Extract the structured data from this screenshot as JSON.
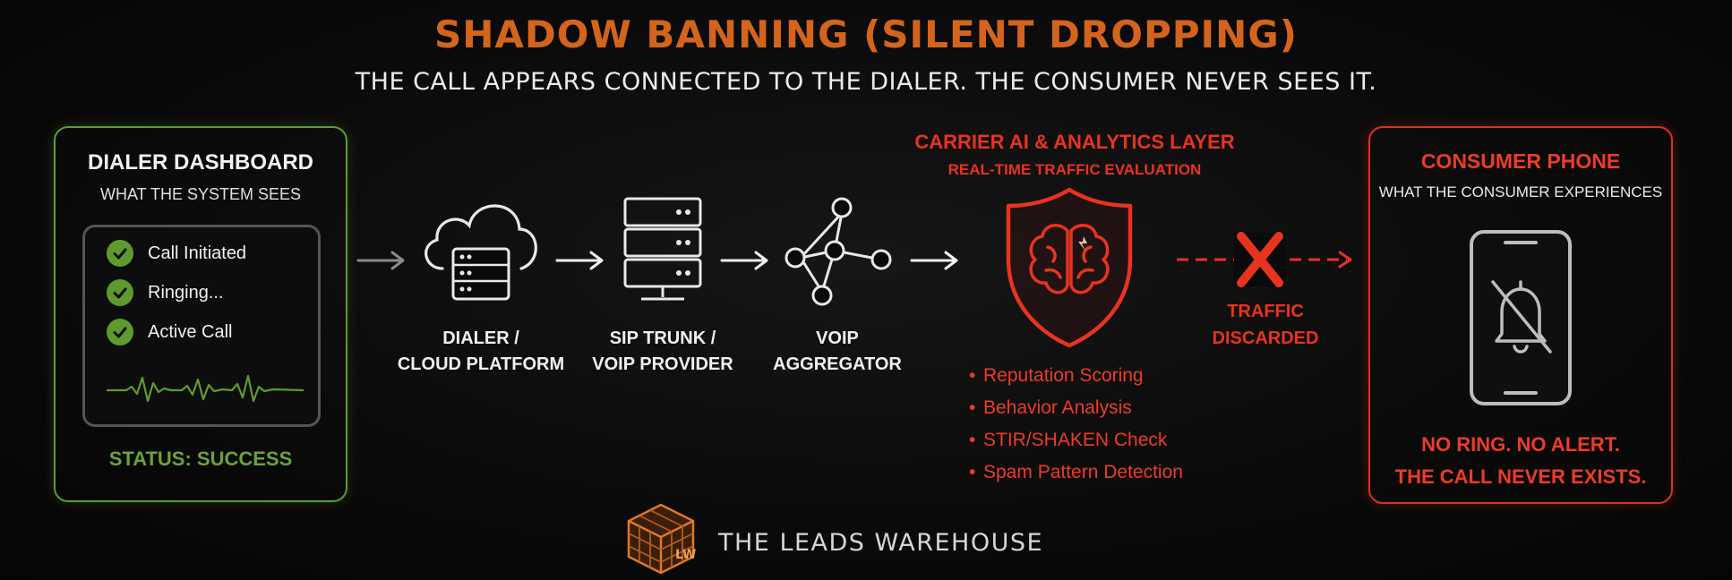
{
  "header": {
    "title": "SHADOW BANNING (SILENT DROPPING)",
    "subtitle": "THE CALL APPEARS CONNECTED TO THE DIALER. THE CONSUMER NEVER SEES IT."
  },
  "dialer_panel": {
    "title": "DIALER DASHBOARD",
    "subtitle": "WHAT THE SYSTEM SEES",
    "steps": [
      "Call Initiated",
      "Ringing...",
      "Active Call"
    ],
    "status": "STATUS: SUCCESS",
    "accent_color": "#5f9a2f"
  },
  "flow_nodes": [
    {
      "icon": "cloud-server-icon",
      "label_line1": "DIALER /",
      "label_line2": "CLOUD PLATFORM"
    },
    {
      "icon": "server-rack-icon",
      "label_line1": "SIP TRUNK /",
      "label_line2": "VOIP PROVIDER"
    },
    {
      "icon": "network-nodes-icon",
      "label_line1": "VOIP",
      "label_line2": "AGGREGATOR"
    }
  ],
  "carrier_layer": {
    "title": "CARRIER AI & ANALYTICS LAYER",
    "subtitle": "REAL-TIME TRAFFIC EVALUATION",
    "icon": "shield-brain-icon",
    "checks": [
      "Reputation Scoring",
      "Behavior Analysis",
      "STIR/SHAKEN Check",
      "Spam Pattern Detection"
    ],
    "accent_color": "#e8331f"
  },
  "discard": {
    "line1": "TRAFFIC",
    "line2": "DISCARDED",
    "icon": "x-mark-icon"
  },
  "consumer_panel": {
    "title": "CONSUMER PHONE",
    "subtitle": "WHAT THE CONSUMER EXPERIENCES",
    "icon": "muted-bell-phone-icon",
    "footer_line1": "NO RING. NO ALERT.",
    "footer_line2": "THE CALL NEVER EXISTS.",
    "accent_color": "#d9321f"
  },
  "brand": {
    "name": "THE LEADS WAREHOUSE",
    "logo_icon": "cube-logo-icon",
    "logo_text": "LW"
  }
}
